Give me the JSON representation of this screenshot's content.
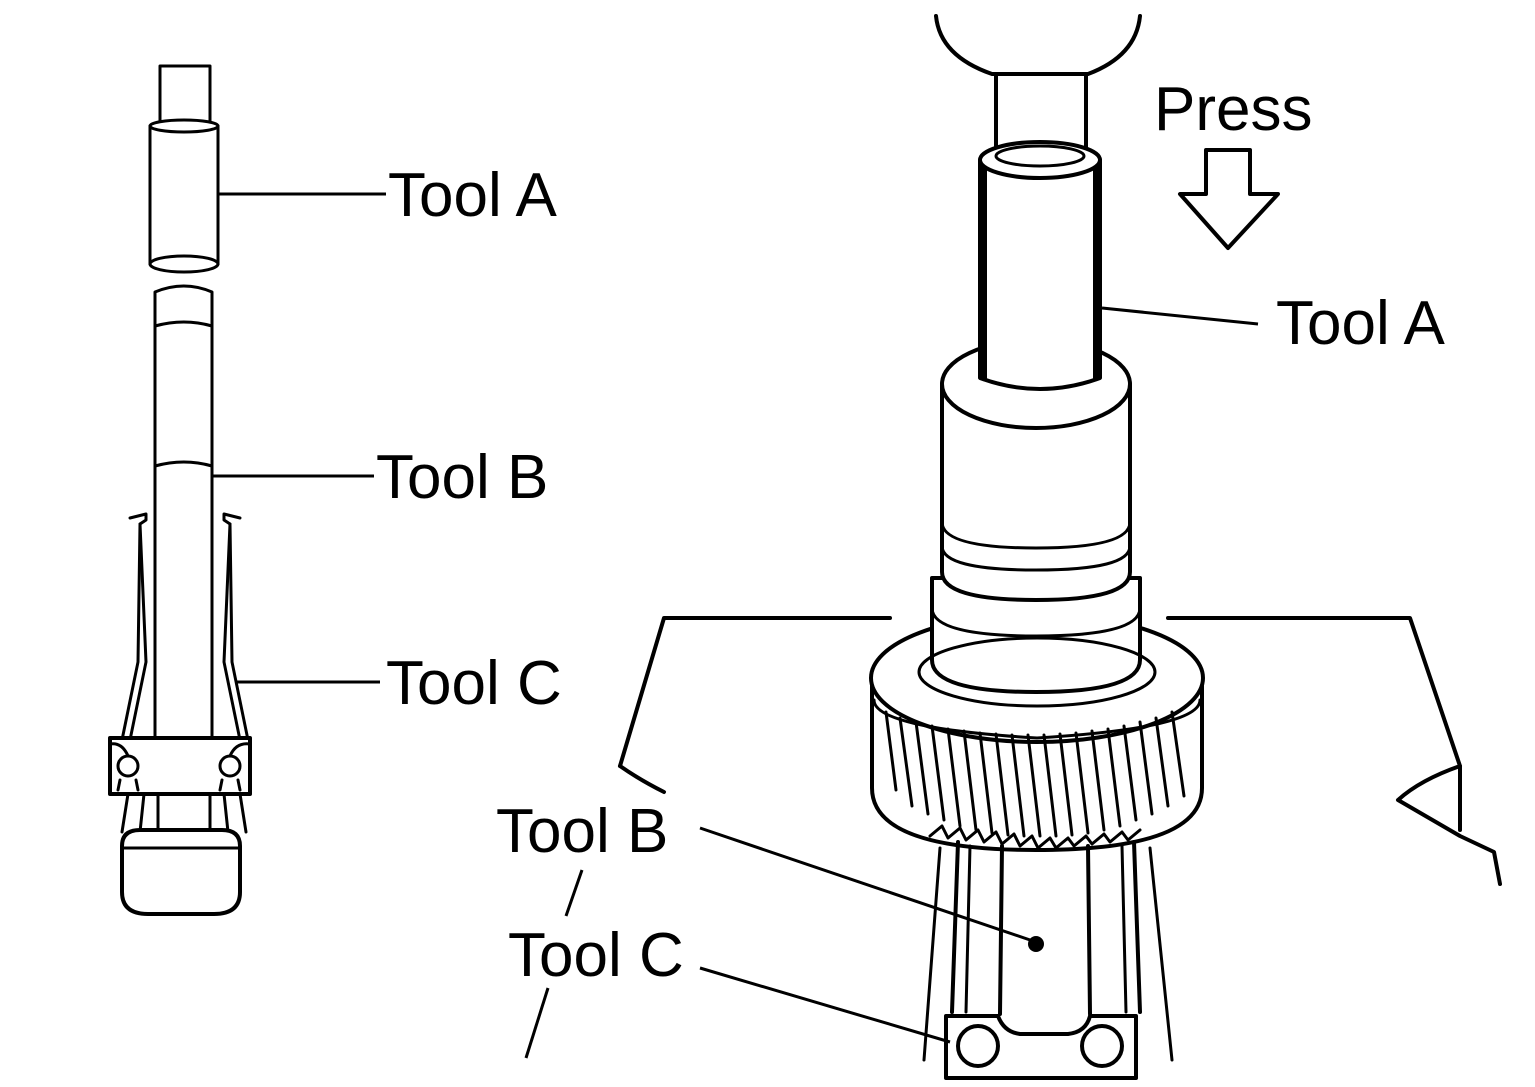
{
  "labels": {
    "left": {
      "tool_a": "Tool A",
      "tool_b": "Tool B",
      "tool_c": "Tool C"
    },
    "right": {
      "press": "Press",
      "tool_a": "Tool A",
      "tool_b": "Tool B",
      "tool_c": "Tool C"
    }
  }
}
